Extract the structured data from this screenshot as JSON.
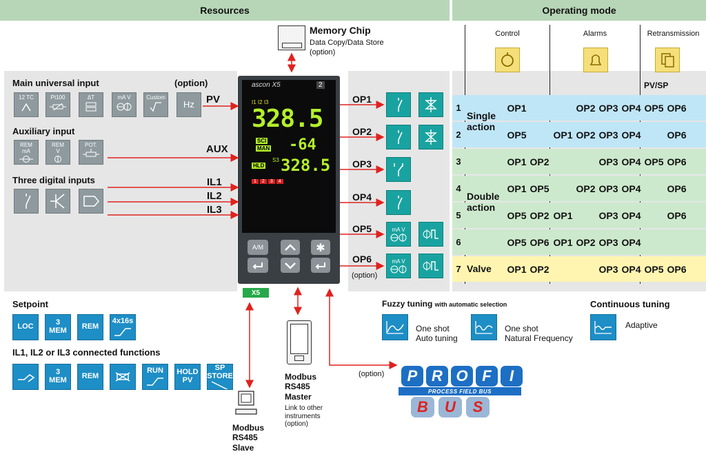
{
  "headers": {
    "resources": "Resources",
    "operating_mode": "Operating mode"
  },
  "inputs": {
    "main_title": "Main universal input",
    "option": "(option)",
    "main_tiles": [
      {
        "label": "12 TC",
        "icon": "thermocouple-icon"
      },
      {
        "label": "Pt100",
        "icon": "rtd-resistor-icon"
      },
      {
        "label": "ΔT",
        "icon": "delta-t-icon"
      },
      {
        "label": "mA  V",
        "icon": "current-voltage-icon"
      },
      {
        "label": "Custom",
        "icon": "custom-curve-icon"
      },
      {
        "label": "Hz",
        "icon": "frequency-icon"
      }
    ],
    "pv": "PV",
    "aux_title": "Auxiliary input",
    "aux_tiles": [
      {
        "label": "REM",
        "sub": "mA",
        "icon": "remote-ma-icon"
      },
      {
        "label": "REM",
        "sub": "V",
        "icon": "remote-v-icon"
      },
      {
        "label": "POT.",
        "icon": "potentiometer-icon"
      }
    ],
    "aux": "AUX",
    "digital_title": "Three digital inputs",
    "il": [
      "IL1",
      "IL2",
      "IL3"
    ]
  },
  "memory": {
    "title": "Memory Chip",
    "line1": "Data Copy/Data Store",
    "line2": "(option)"
  },
  "device": {
    "brand": "ascon",
    "model": "X5",
    "badge": "2",
    "leds": [
      "I1",
      "I2",
      "I3"
    ],
    "pv": "328.5",
    "sv": "-64",
    "aux": "328.5",
    "sci": "SCI",
    "man": "MAN",
    "hld": "HLD",
    "s3": "S3",
    "outs": [
      "1",
      "2",
      "3",
      "4"
    ],
    "buttons": {
      "am": "A/M"
    },
    "tag": "X5"
  },
  "outputs": {
    "labels": [
      "OP1",
      "OP2",
      "OP3",
      "OP4",
      "OP5",
      "OP6"
    ],
    "op6_option": "(option)",
    "icons": [
      "relay-icon",
      "triac-icon",
      "changeover-relay-icon",
      "analog-output-icon",
      "ssr-pulse-icon"
    ]
  },
  "opmode": {
    "cols": [
      "Control",
      "Alarms",
      "Retransmission"
    ],
    "pvsp": "PV/SP",
    "groups": {
      "single": "Single action",
      "double": "Double action",
      "valve": "Valve"
    },
    "rows": [
      {
        "n": "1",
        "c": [
          "OP1",
          ""
        ],
        "a": [
          "",
          "OP2",
          "OP3",
          "OP4"
        ],
        "r": [
          "OP5",
          "OP6"
        ]
      },
      {
        "n": "2",
        "c": [
          "OP5",
          ""
        ],
        "a": [
          "OP1",
          "OP2",
          "OP3",
          "OP4"
        ],
        "r": [
          "",
          "OP6"
        ]
      },
      {
        "n": "3",
        "c": [
          "OP1",
          "OP2"
        ],
        "a": [
          "",
          "",
          "OP3",
          "OP4"
        ],
        "r": [
          "OP5",
          "OP6"
        ]
      },
      {
        "n": "4",
        "c": [
          "OP1",
          "OP5"
        ],
        "a": [
          "",
          "OP2",
          "OP3",
          "OP4"
        ],
        "r": [
          "",
          "OP6"
        ]
      },
      {
        "n": "5",
        "c": [
          "OP5",
          "OP2"
        ],
        "a": [
          "OP1",
          "",
          "OP3",
          "OP4"
        ],
        "r": [
          "",
          "OP6"
        ]
      },
      {
        "n": "6",
        "c": [
          "OP5",
          "OP6"
        ],
        "a": [
          "OP1",
          "OP2",
          "OP3",
          "OP4"
        ],
        "r": [
          "",
          ""
        ]
      },
      {
        "n": "7",
        "c": [
          "OP1",
          "OP2"
        ],
        "a": [
          "",
          "",
          "OP3",
          "OP4"
        ],
        "r": [
          "OP5",
          "OP6"
        ]
      }
    ]
  },
  "setpoint": {
    "title": "Setpoint",
    "tiles": [
      {
        "l1": "LOC",
        "l2": "",
        "icon": ""
      },
      {
        "l1": "3",
        "l2": "MEM",
        "icon": ""
      },
      {
        "l1": "REM",
        "l2": "",
        "icon": ""
      },
      {
        "l1": "4x16s",
        "l2": "",
        "icon": "ramp-program-icon"
      }
    ]
  },
  "il_functions": {
    "title": "IL1, IL2 or IL3 connected functions",
    "tiles": [
      {
        "l1": "",
        "l2": "",
        "icon": "hand-manual-icon"
      },
      {
        "l1": "3",
        "l2": "MEM",
        "icon": ""
      },
      {
        "l1": "REM",
        "l2": "",
        "icon": ""
      },
      {
        "l1": "",
        "l2": "",
        "icon": "keypad-lock-icon"
      },
      {
        "l1": "RUN",
        "l2": "",
        "icon": "run-ramp-icon"
      },
      {
        "l1": "HOLD",
        "l2": "PV",
        "icon": ""
      },
      {
        "l1": "SP",
        "l2": "STORE",
        "icon": "sp-store-crossed-icon"
      }
    ]
  },
  "tuning": {
    "fuzzy_title": "Fuzzy tuning",
    "fuzzy_sub": "with automatic selection",
    "one_shot_auto": [
      "One shot",
      "Auto tuning"
    ],
    "one_shot_nat": [
      "One shot",
      "Natural Frequency"
    ],
    "continuous_title": "Continuous tuning",
    "adaptive": "Adaptive"
  },
  "comms": {
    "master": [
      "Modbus",
      "RS485",
      "Master"
    ],
    "master_sub": [
      "Link to other",
      "instruments",
      "(option)"
    ],
    "slave": [
      "Modbus",
      "RS485",
      "Slave"
    ],
    "profi_option": "(option)",
    "profi_top": [
      "P",
      "R",
      "O",
      "F",
      "I"
    ],
    "profi_band": "PROCESS FIELD BUS",
    "profi_bottom": [
      "B",
      "U",
      "S"
    ]
  },
  "colors": {
    "header_green": "#b7d6b7",
    "panel_grey": "#e6e6e6",
    "teal": "#19a3a0",
    "blue": "#1e8ec6",
    "arrow_red": "#e0221f",
    "single_blue": "#bfe6f7",
    "double_green": "#cde9cd",
    "valve_yellow": "#fff5b0"
  }
}
